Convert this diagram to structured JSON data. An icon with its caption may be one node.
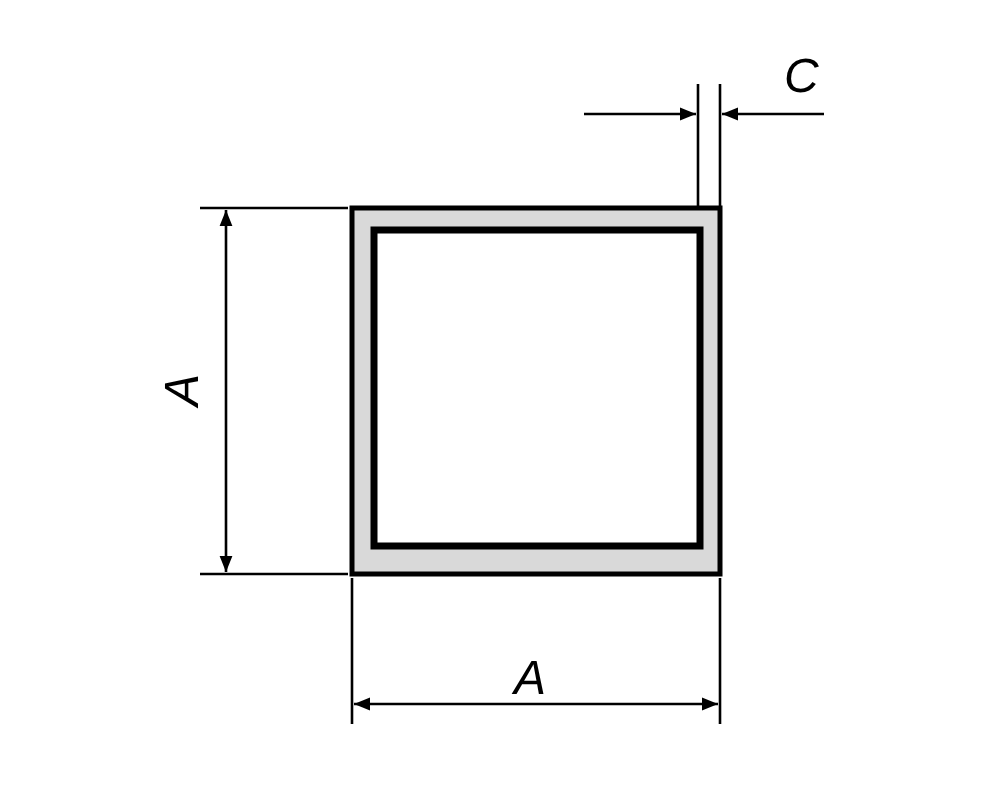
{
  "diagram": {
    "labels": [
      "C",
      "A",
      "A"
    ]
  }
}
